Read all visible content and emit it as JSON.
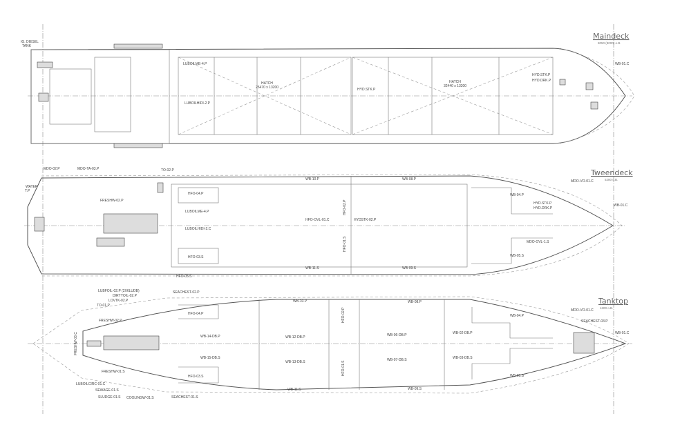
{
  "maindeck": {
    "title": "Maindeck",
    "level": "8050 (8000) o.B.",
    "labels": {
      "ig_diesel": "IG. DIESEL",
      "tank": "TANK",
      "luboilme": "LUBOILME-4.P",
      "luboilhidi": "LUBOILHIDI-2.P",
      "hatch1": "HATCH",
      "hatch1_dim": "25470 x 13200",
      "hatch2": "HATCH",
      "hatch2_dim": "32440 x 13200",
      "hydstk_mid": "HYD.STK.P",
      "hydstk": "HYD.STK.P",
      "hyddrk": "HYD.DRK.P",
      "wb01": "WB-01.C"
    }
  },
  "tweendeck": {
    "title": "Tweendeck",
    "level": "5280 o.B.",
    "labels": {
      "mdo02": "MDO-02.P",
      "mdota03": "MDO-TA-03.P",
      "water": "WATER",
      "tp": "T.P",
      "to02": "TO-02.P",
      "freshw02": "FRESHW-02.P",
      "hfo04": "HFO-04.P",
      "luboilme": "LUBOILME-4.P",
      "luboilhidi": "LUBOILHIDI-2.C",
      "hfo03": "HFO-03.S",
      "hfo05": "HFO-05.S",
      "wb10": "WB-10.P",
      "wb08": "WB-08.P",
      "hfoovl": "HFO-OVL-01.C",
      "hydstk02": "HYDSTK-02.P",
      "hfo02": "HFO-02.P",
      "hfo01": "HFO-01.S",
      "wb11": "WB-11.S",
      "wb09": "WB-09.S",
      "wb04": "WB-04.P",
      "hydstk": "HYD.STK.P",
      "hyddrk": "HYD.DRK.P",
      "mdoovl": "MDO-OVL-1.S",
      "wb05": "WB-05.S",
      "mdovo": "MDO-VO-01.C",
      "wb01": "WB-01.C"
    }
  },
  "tanktop": {
    "title": "Tanktop",
    "level": "1300 o.B.",
    "labels": {
      "lubfoil": "LUBFOIL-02.P (2X6LUDB)",
      "dirtyoil": "DIRTYOIL-02.P",
      "lovtk": "LOVTK-02.P",
      "to01": "TO-01.P",
      "freshw02": "FRESHW-02.P",
      "seachest02": "SEACHEST-02.P",
      "freshw03": "FRESHW-03.C",
      "hfo04": "HFO-04.P",
      "wb14": "WB-14-DB.P",
      "wb15": "WB-15-DB.S",
      "hfo03": "HFO-03.S",
      "wb12": "WB-12-DB.P",
      "wb13": "WB-13-DB.S",
      "wb10": "WB-10.P",
      "wb11": "WB-11.S",
      "hfo02": "HFO-02.P",
      "hfo01": "HFO-01.S",
      "wb08": "WB-08.P",
      "wb09": "WB-09.S",
      "wb06": "WB-06-DB.P",
      "wb07": "WB-07-DB.S",
      "wb02": "WB-02-DB.P",
      "wb03": "WB-03-DB.S",
      "wb04": "WB-04.P",
      "wb05": "WB-05.S",
      "mdovo": "MDO-VO-01.C",
      "seachest03": "SEACHEST-03.P",
      "wb01": "WB-01.C",
      "freshw01": "FRESHW-01.S",
      "luboilcirc": "LUBOILCIRC-01.C",
      "sewage": "SEWAGE-01.S",
      "sludge": "SLUDGE-01.S",
      "coolingw": "COOLINGW-01.S",
      "seachest01": "SEACHEST-01.S"
    }
  }
}
